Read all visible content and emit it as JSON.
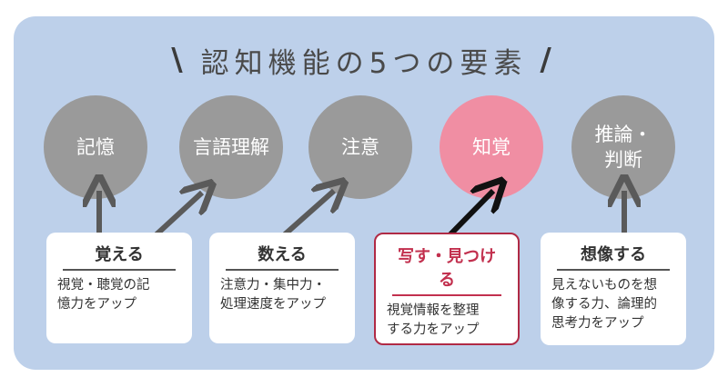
{
  "title": {
    "text": "認知機能の5つの要素",
    "left_mark": "\\",
    "right_mark": "/"
  },
  "circles": [
    {
      "label": "記憶",
      "color": "#9a9a9a"
    },
    {
      "label": "言語理解",
      "color": "#9a9a9a"
    },
    {
      "label": "注意",
      "color": "#9a9a9a"
    },
    {
      "label": "知覚",
      "color": "#f08ea3"
    },
    {
      "label": "推論・\n判断",
      "color": "#9a9a9a"
    }
  ],
  "cards": [
    {
      "heading": "覚える",
      "body": "視覚・聴覚の記\n憶力をアップ"
    },
    {
      "heading": "数える",
      "body": "注意力・集中力・\n処理速度をアップ"
    },
    {
      "heading": "写す・見つける",
      "body": "視覚情報を整理\nする力をアップ"
    },
    {
      "heading": "想像する",
      "body": "見えないものを想\n像する力、論理的\n思考力をアップ"
    }
  ],
  "colors": {
    "panel": "#bdd0ea",
    "gray_circle": "#9a9a9a",
    "pink_circle": "#f08ea3",
    "highlight": "#c2304e"
  }
}
